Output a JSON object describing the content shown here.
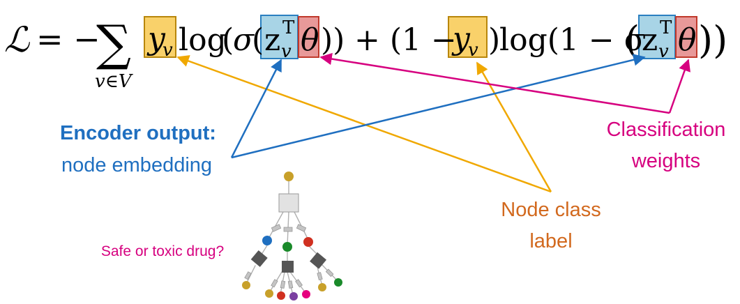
{
  "equation": {
    "lhs": "ℒ",
    "equals_minus": "= −",
    "sum": "∑",
    "sum_subscript": "v∈V",
    "y": "y",
    "v": "v",
    "log": "log",
    "open": "(",
    "sigma": "σ",
    "z": "z",
    "sup_T": "T",
    "theta": "θ",
    "close2": "))",
    "plus_one_minus": "+ (1 −",
    "close1": ")",
    "log_one_minus": "log(1 − σ",
    "open_big": "(",
    "close_big": "))"
  },
  "labels": {
    "encoder_title": "Encoder output:",
    "encoder_sub": "node embedding",
    "class_line1": "Classification",
    "class_line2": "weights",
    "node_line1": "Node class",
    "node_line2": "label",
    "question": "Safe or toxic drug?"
  },
  "colors": {
    "yellow_fill": "#f9d16a",
    "yellow_stroke": "#b8860b",
    "blue_fill": "#a8d4e6",
    "blue_stroke": "#2a7fc0",
    "red_fill": "#e89999",
    "red_stroke": "#c0392b",
    "encoder_blue": "#1f6fc0",
    "magenta": "#d6007f",
    "orange_text": "#d2691e",
    "orange_arrow": "#f0a800",
    "node_gold": "#c8a02a",
    "node_blue": "#1f6fc0",
    "node_green": "#1a8a2a",
    "node_red": "#d03020",
    "node_purple": "#7a3fa0",
    "node_pink": "#e6007e",
    "node_gray": "#555555"
  }
}
